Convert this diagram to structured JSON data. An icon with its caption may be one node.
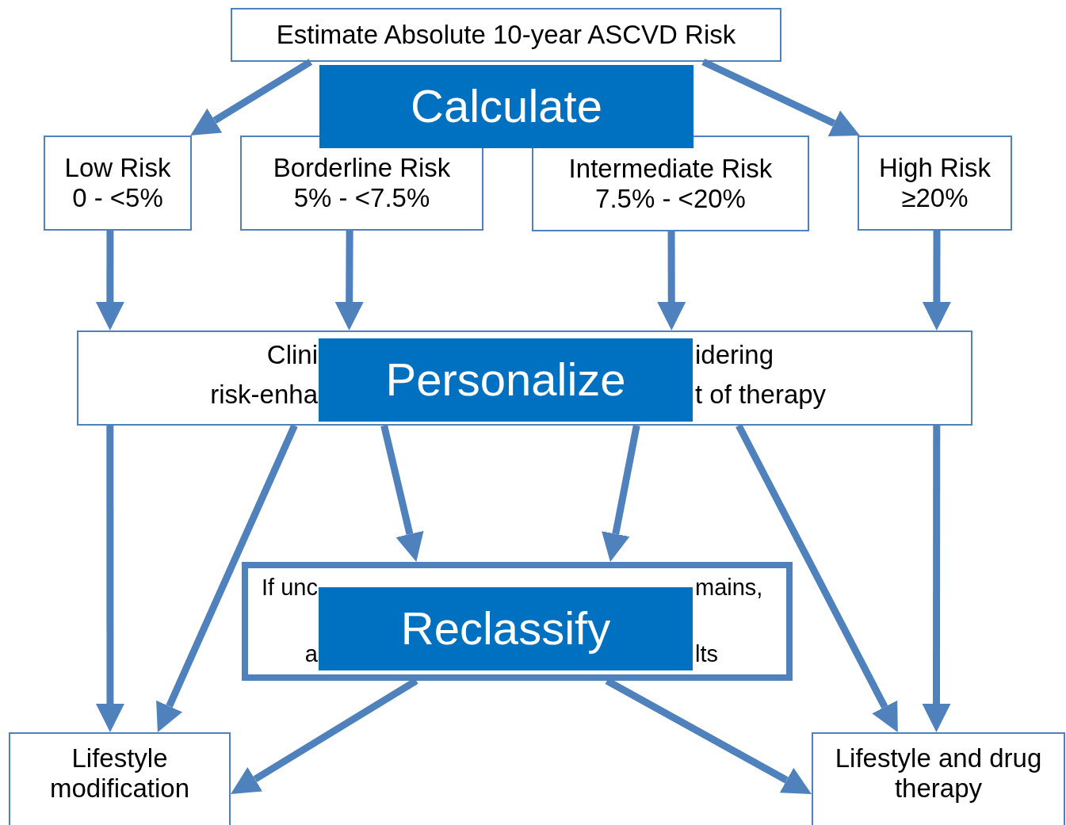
{
  "diagram": {
    "nodes": [
      {
        "text": [
          "Estimate Absolute 10-year ASCVD Risk"
        ]
      },
      {
        "text": [
          "Calculate"
        ]
      },
      {
        "text": [
          "Low Risk",
          "0 - <5%"
        ]
      },
      {
        "text": [
          "Borderline Risk",
          "5% - <7.5%"
        ]
      },
      {
        "text": [
          "Intermediate Risk",
          "7.5% - <20%"
        ]
      },
      {
        "text": [
          "High Risk",
          "≥20%"
        ]
      },
      {
        "text": [
          "Clini",
          "idering",
          "risk-enha",
          "t of therapy"
        ]
      },
      {
        "text": [
          "Personalize"
        ],
        "in": 6
      },
      {
        "text": [
          "If unc",
          "mains,",
          "a",
          "lts"
        ]
      },
      {
        "text": [
          "Reclassify"
        ],
        "in": 8
      },
      {
        "text": [
          "Lifestyle modification"
        ]
      },
      {
        "text": [
          "Lifestyle and drug therapy"
        ]
      }
    ],
    "edges": [
      {
        "from": 0,
        "to": 2,
        "arrow": "to"
      },
      {
        "from": 0,
        "to": 5,
        "arrow": "to"
      },
      {
        "from": 2,
        "to": 6,
        "arrow": "to"
      },
      {
        "from": 3,
        "to": 6,
        "arrow": "to"
      },
      {
        "from": 4,
        "to": 6,
        "arrow": "to"
      },
      {
        "from": 5,
        "to": 6,
        "arrow": "to"
      },
      {
        "from": 6,
        "to": 10,
        "arrow": "to"
      },
      {
        "from": 6,
        "to": 10,
        "arrow": "to"
      },
      {
        "from": 6,
        "to": 8,
        "arrow": "to"
      },
      {
        "from": 6,
        "to": 8,
        "arrow": "to"
      },
      {
        "from": 6,
        "to": 11,
        "arrow": "to"
      },
      {
        "from": 6,
        "to": 11,
        "arrow": "to"
      },
      {
        "from": 8,
        "to": 10,
        "arrow": "to"
      },
      {
        "from": 8,
        "to": 11,
        "arrow": "to"
      }
    ]
  }
}
